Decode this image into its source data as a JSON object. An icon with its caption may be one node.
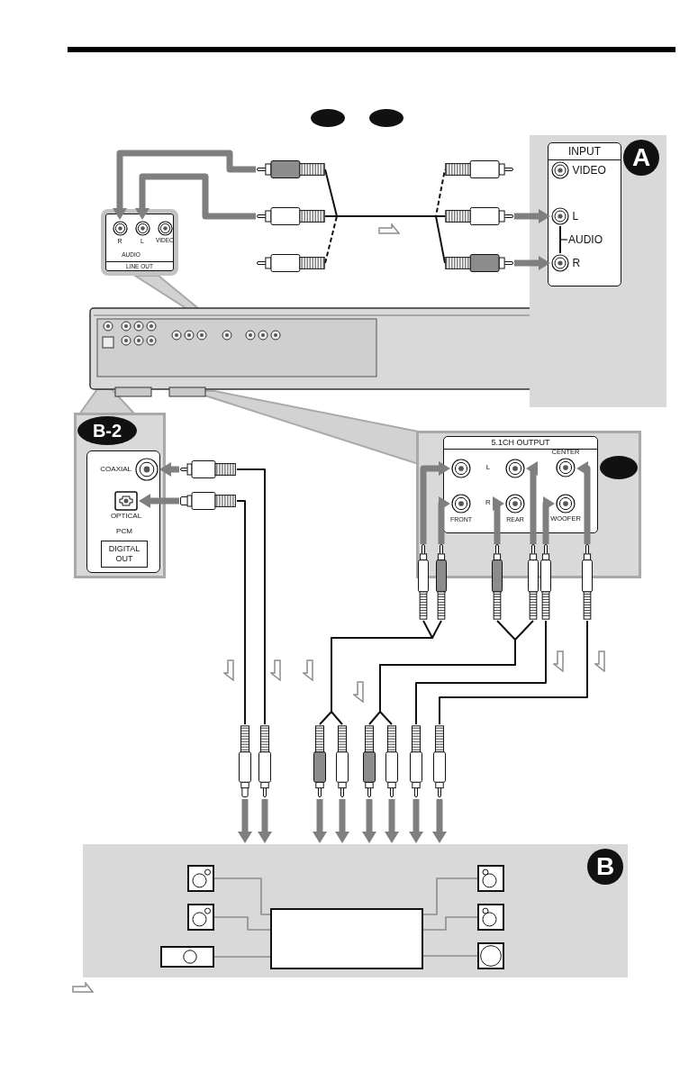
{
  "diagram": {
    "nodes": [
      {
        "text": [],
        "shape": "oval"
      },
      {
        "text": [],
        "shape": "oval"
      },
      {
        "text": [
          "LINE OUT"
        ]
      },
      {
        "text": [
          "R"
        ],
        "in": 2
      },
      {
        "text": [
          "L"
        ],
        "in": 2
      },
      {
        "text": [
          "VIDEO"
        ],
        "in": 2
      },
      {
        "text": [],
        "shape": "plug"
      },
      {
        "text": [],
        "shape": "plug"
      },
      {
        "text": [],
        "shape": "plug"
      },
      {
        "text": [],
        "shape": "plug"
      },
      {
        "text": [],
        "shape": "plug"
      },
      {
        "text": [],
        "shape": "plug"
      },
      {
        "text": [
          "A"
        ]
      },
      {
        "text": [
          "INPUT"
        ],
        "in": 12
      },
      {
        "text": [
          "VIDEO"
        ],
        "in": 13
      },
      {
        "text": [
          "L"
        ],
        "in": 13
      },
      {
        "text": [
          "R"
        ],
        "in": 13
      },
      {
        "text": [
          "B-2"
        ]
      },
      {
        "text": [
          "COAXIAL"
        ],
        "in": 17
      },
      {
        "text": [
          "OPTICAL"
        ],
        "in": 17
      },
      {
        "text": [],
        "shape": "plug"
      },
      {
        "text": [],
        "shape": "plug"
      },
      {
        "text": [],
        "shape": "box"
      },
      {
        "text": [
          "5.1CH OUTPUT"
        ],
        "in": 22
      },
      {
        "text": [],
        "shape": "oval",
        "in": 22
      },
      {
        "text": [],
        "shape": "circle",
        "in": 23
      },
      {
        "text": [],
        "shape": "circle",
        "in": 23
      },
      {
        "text": [
          "CENTER"
        ],
        "in": 23
      },
      {
        "text": [],
        "shape": "circle",
        "in": 23,
        "beside": [
          "FRONT"
        ]
      },
      {
        "text": [],
        "shape": "circle",
        "in": 23,
        "beside": [
          "REAR"
        ]
      },
      {
        "text": [
          "WOOFER"
        ],
        "in": 23
      },
      {
        "text": [],
        "shape": "plug"
      },
      {
        "text": [],
        "shape": "plug"
      },
      {
        "text": [],
        "shape": "plug"
      },
      {
        "text": [],
        "shape": "plug"
      },
      {
        "text": [],
        "shape": "plug"
      },
      {
        "text": [],
        "shape": "plug"
      },
      {
        "text": [],
        "shape": "plug"
      },
      {
        "text": [],
        "shape": "plug"
      },
      {
        "text": [],
        "shape": "plug"
      },
      {
        "text": [],
        "shape": "plug"
      },
      {
        "text": [],
        "shape": "plug"
      },
      {
        "text": [],
        "shape": "plug"
      },
      {
        "text": [],
        "shape": "plug"
      },
      {
        "text": [],
        "shape": "plug"
      },
      {
        "text": [
          "B"
        ]
      },
      {
        "text": [],
        "shape": "speaker",
        "in": 45
      },
      {
        "text": [],
        "shape": "speaker",
        "in": 45
      },
      {
        "text": [],
        "shape": "speaker",
        "in": 45
      },
      {
        "text": [],
        "shape": "box",
        "in": 45
      },
      {
        "text": [],
        "shape": "speaker",
        "in": 45
      },
      {
        "text": [],
        "shape": "speaker",
        "in": 45
      },
      {
        "text": [],
        "shape": "speaker",
        "in": 45
      }
    ],
    "edges": [
      {
        "from": 6,
        "to": 3,
        "arrow": "to"
      },
      {
        "from": 7,
        "to": 4,
        "arrow": "to"
      },
      {
        "from": 6,
        "to": 11,
        "arrow": "none",
        "color": "#111111"
      },
      {
        "from": 7,
        "to": 10,
        "arrow": "none",
        "color": "#111111"
      },
      {
        "from": 8,
        "to": 9,
        "arrow": "none",
        "style": "dashed",
        "color": "#111111"
      },
      {
        "from": 10,
        "to": 15,
        "arrow": "to"
      },
      {
        "from": 11,
        "to": 16,
        "arrow": "to"
      },
      {
        "from": 15,
        "to": 16,
        "arrow": "none",
        "color": "#111111"
      },
      {
        "from": 20,
        "to": 18,
        "arrow": "to"
      },
      {
        "from": 21,
        "to": 19,
        "arrow": "to"
      },
      {
        "from": 31,
        "to": 25,
        "arrow": "to"
      },
      {
        "from": 32,
        "to": 28,
        "arrow": "to"
      },
      {
        "from": 33,
        "to": 29,
        "arrow": "to"
      },
      {
        "from": 34,
        "to": 26,
        "arrow": "to"
      },
      {
        "from": 35,
        "to": 30,
        "arrow": "to"
      },
      {
        "from": 36,
        "to": 27,
        "arrow": "to"
      },
      {
        "from": 20,
        "to": 38,
        "arrow": "none",
        "color": "#111111"
      },
      {
        "from": 21,
        "to": 37,
        "arrow": "none",
        "color": "#111111"
      },
      {
        "from": 31,
        "to": 39,
        "arrow": "none",
        "color": "#111111"
      },
      {
        "from": 32,
        "to": 40,
        "arrow": "none",
        "color": "#111111"
      },
      {
        "from": 33,
        "to": 41,
        "arrow": "none",
        "color": "#111111"
      },
      {
        "from": 34,
        "to": 42,
        "arrow": "none",
        "color": "#111111"
      },
      {
        "from": 35,
        "to": 43,
        "arrow": "none",
        "color": "#111111"
      },
      {
        "from": 36,
        "to": 44,
        "arrow": "none",
        "color": "#111111"
      },
      {
        "from": 37,
        "to": 45,
        "arrow": "to"
      },
      {
        "from": 38,
        "to": 45,
        "arrow": "to"
      },
      {
        "from": 39,
        "to": 45,
        "arrow": "to"
      },
      {
        "from": 40,
        "to": 45,
        "arrow": "to"
      },
      {
        "from": 41,
        "to": 45,
        "arrow": "to"
      },
      {
        "from": 42,
        "to": 45,
        "arrow": "to"
      },
      {
        "from": 43,
        "to": 45,
        "arrow": "to"
      },
      {
        "from": 44,
        "to": 45,
        "arrow": "to"
      },
      {
        "from": 46,
        "to": 49,
        "arrow": "none",
        "color": "#8c8c8c"
      },
      {
        "from": 47,
        "to": 49,
        "arrow": "none",
        "color": "#8c8c8c"
      },
      {
        "from": 48,
        "to": 49,
        "arrow": "none",
        "color": "#8c8c8c"
      },
      {
        "from": 50,
        "to": 49,
        "arrow": "none",
        "color": "#8c8c8c"
      },
      {
        "from": 51,
        "to": 49,
        "arrow": "none",
        "color": "#8c8c8c"
      },
      {
        "from": 52,
        "to": 49,
        "arrow": "none",
        "color": "#8c8c8c"
      }
    ],
    "labels": [
      "AUDIO",
      "AUDIO",
      "PCM",
      "DIGITAL OUT",
      "L",
      "R"
    ]
  }
}
